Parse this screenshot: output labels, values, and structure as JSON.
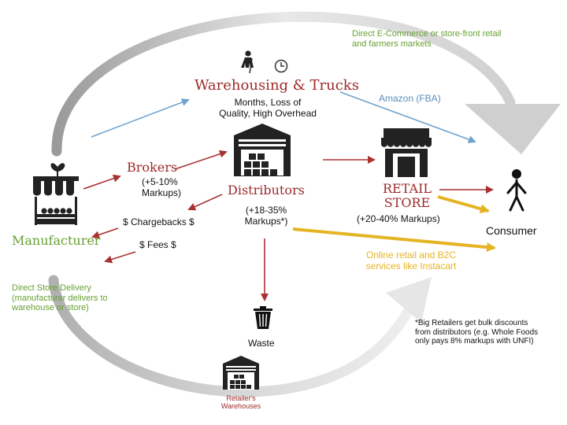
{
  "labels": {
    "direct_ecommerce": "Direct E-Commerce or store-front retail\nand farmers markets",
    "warehousing_title": "Warehousing & Trucks",
    "warehousing_desc": "Months, Loss of\nQuality, High Overhead",
    "amazon": "Amazon (FBA)",
    "brokers_title": "Brokers",
    "brokers_markup": "(+5-10%\nMarkups)",
    "distributors_title": "Distributors",
    "distributors_markup": "(+18-35%\nMarkups*)",
    "retail_title": "RETAIL\nSTORE",
    "retail_markup": "(+20-40% Markups)",
    "chargebacks": "$ Chargebacks $",
    "fees": "$ Fees $",
    "manufacturer": "Manufacturer",
    "consumer": "Consumer",
    "online_retail": "Online retail and B2C\nservices like Instacart",
    "dsd": "Direct Store Delivery\n(manufacturer delivers to\nwarehouse or store)",
    "waste": "Waste",
    "footnote": "*Big Retailers get bulk discounts\nfrom distributors (e.g. Whole Foods\nonly pays 8% markups with UNFI)",
    "retailer_warehouses": "Retailer's\nWarehouses"
  },
  "colors": {
    "red_arrow": "#a83232",
    "blue_arrow": "#6fa3cf",
    "gold_arrow": "#e5b422",
    "green_text": "#66a032",
    "title_red": "#9c2a2a",
    "gray_arc": "#c4c4c4"
  },
  "icons": [
    "worker-icon",
    "clock-icon",
    "warehouse-icon",
    "store-icon",
    "market-stall-icon",
    "person-icon",
    "trash-icon",
    "retailer-warehouse-icon"
  ]
}
